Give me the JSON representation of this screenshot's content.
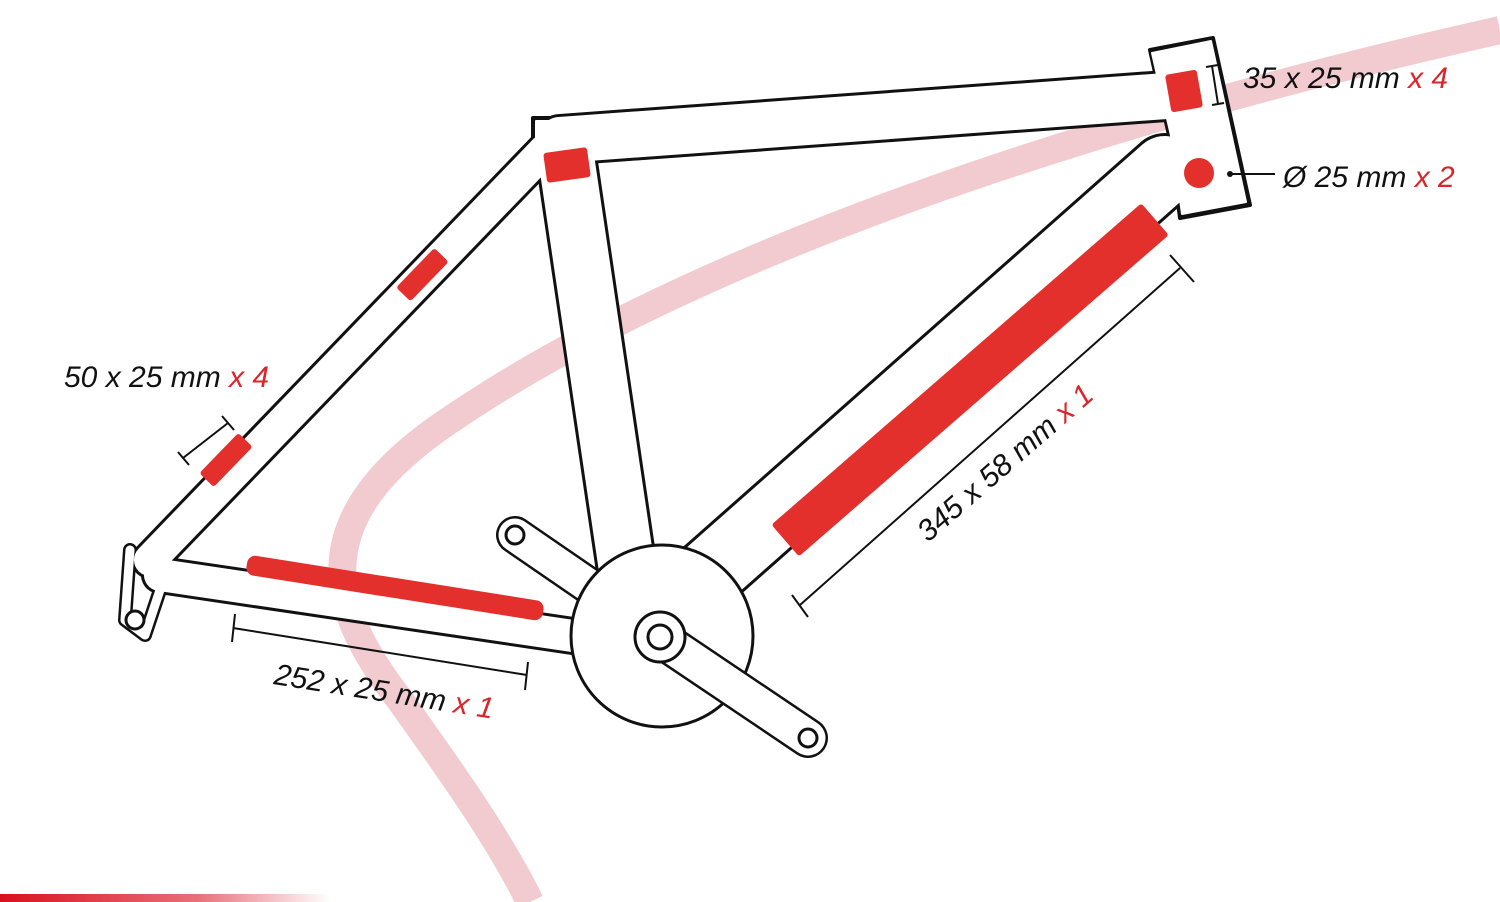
{
  "colors": {
    "sticker": "#e3302c",
    "swoosh": "#f2cbd0",
    "outline": "#111111",
    "accent_bar": "#d9101e"
  },
  "labels": {
    "head_tube": {
      "size": "35 x 25 mm",
      "qty": "x 4"
    },
    "head_dot": {
      "size": "Ø 25 mm",
      "qty": "x 2"
    },
    "seat_stay": {
      "size": "50 x 25 mm",
      "qty": "x 4"
    },
    "chain_stay": {
      "size": "252 x 25 mm",
      "qty": "x 1"
    },
    "down_tube": {
      "size": "345 x 58 mm",
      "qty": "x 1"
    }
  }
}
